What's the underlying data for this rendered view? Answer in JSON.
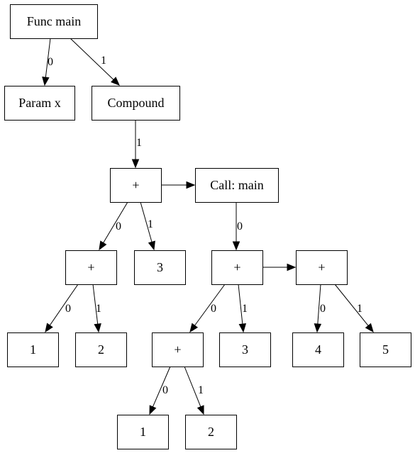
{
  "tree": {
    "nodes": {
      "func_main": "Func main",
      "param_x": "Param x",
      "compound": "Compound",
      "plus_a": "+",
      "call_main": "Call: main",
      "plus_b": "+",
      "three_a": "3",
      "plus_c": "+",
      "plus_d": "+",
      "one_a": "1",
      "two_a": "2",
      "plus_e": "+",
      "three_b": "3",
      "four": "4",
      "five": "5",
      "one_b": "1",
      "two_b": "2"
    },
    "edge_labels": {
      "func_main_param_x": "0",
      "func_main_compound": "1",
      "compound_plus_a": "1",
      "call_main_plus_c": "0",
      "plus_a_plus_b": "0",
      "plus_a_three_a": "1",
      "plus_b_one_a": "0",
      "plus_b_two_a": "1",
      "plus_c_plus_e": "0",
      "plus_c_three_b": "1",
      "plus_d_four": "0",
      "plus_d_five": "1",
      "plus_e_one_b": "0",
      "plus_e_two_b": "1"
    }
  }
}
